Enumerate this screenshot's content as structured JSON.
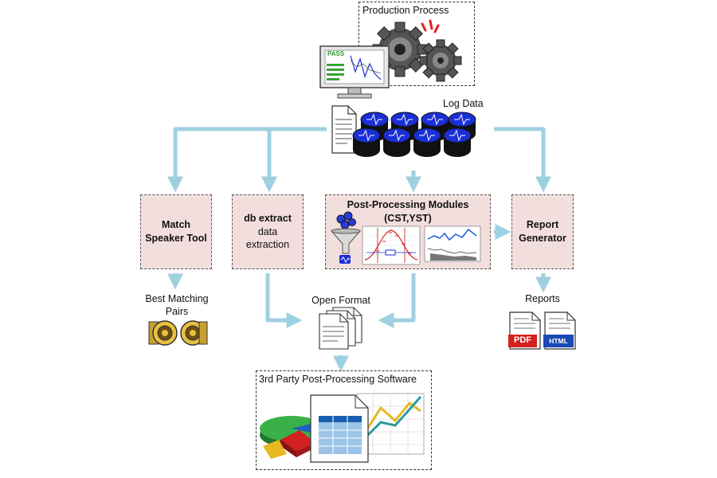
{
  "production": {
    "title": "Production Process",
    "screen_badge": "PASS"
  },
  "log_data": {
    "label": "Log Data"
  },
  "modules": {
    "match": {
      "line1": "Match",
      "line2": "Speaker Tool"
    },
    "db": {
      "line1": "db extract",
      "line2": "data",
      "line3": "extraction"
    },
    "post": {
      "line1": "Post-Processing Modules",
      "line2": "(CST,YST)"
    },
    "report": {
      "line1": "Report",
      "line2": "Generator"
    }
  },
  "outputs": {
    "best_matching": {
      "line1": "Best Matching",
      "line2": "Pairs"
    },
    "open_format": "Open Format",
    "reports": {
      "label": "Reports",
      "pdf_badge": "PDF",
      "html_badge": "HTML"
    }
  },
  "third_party": {
    "title": "3rd Party Post-Processing Software"
  },
  "colors": {
    "arrow": "#9fd0e0",
    "module_fill": "#f3dede",
    "disk_blue": "#1a2fd6",
    "pdf_red": "#d42020",
    "html_blue": "#1a49b5"
  }
}
